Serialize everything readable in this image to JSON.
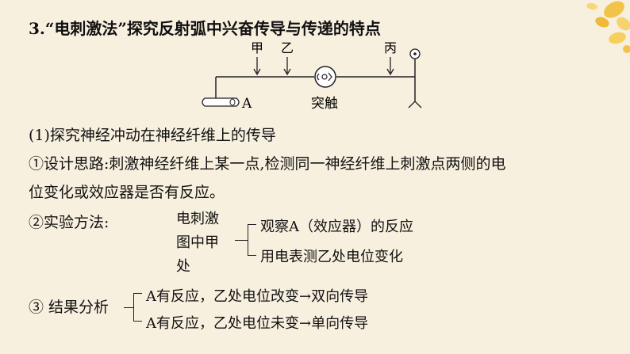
{
  "title": "3.“电刺激法”探究反射弧中兴奋传导与传递的特点",
  "diagram": {
    "label_jia": "甲",
    "label_yi": "乙",
    "label_bing": "丙",
    "label_a": "A",
    "label_synapse": "突触"
  },
  "section1": {
    "heading": "(1)探究神经冲动在神经纤维上的传导",
    "design_line1": "①设计思路:刺激神经纤维上某一点,检测同一神经纤维上刺激点两侧的电",
    "design_line2": "位变化或效应器是否有反应。",
    "method_label": "②实验方法:",
    "method_stim_l1": "电刺激",
    "method_stim_l2": "图中甲",
    "method_stim_l3": "处",
    "method_obs1": "观察A（效应器）的反应",
    "method_obs2": "用电表测乙处电位变化",
    "result_label": "③ 结果分析",
    "result1": "A有反应，乙处电位改变→双向传导",
    "result2": "A有反应，乙处电位未变→单向传导"
  },
  "colors": {
    "background": "#f8f0df",
    "decor_yellow": "#f2c24a"
  }
}
